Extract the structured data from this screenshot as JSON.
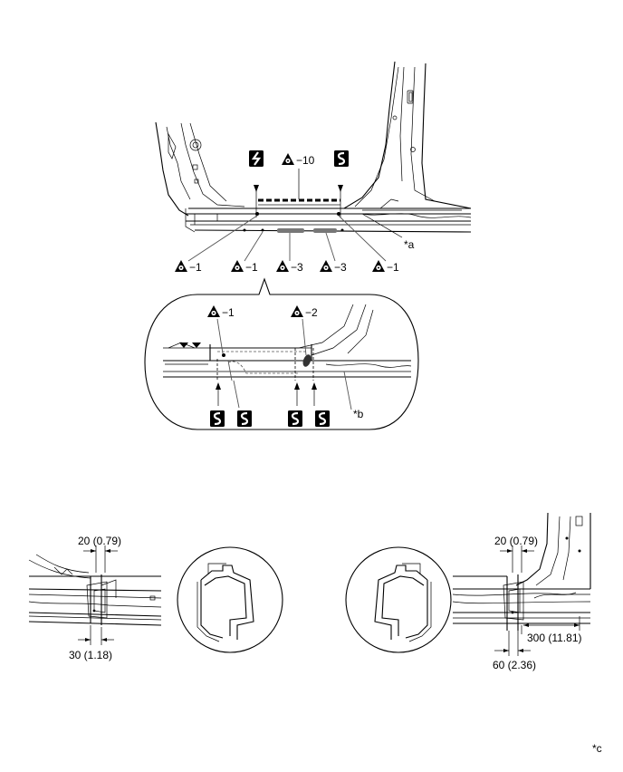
{
  "callouts": {
    "a": "*a",
    "b": "*b",
    "c": "*c"
  },
  "weld_counts": {
    "top": "−10",
    "row": [
      "−1",
      "−1",
      "−3",
      "−3",
      "−1"
    ],
    "detail_left": "−1",
    "detail_right": "−2"
  },
  "dimensions": {
    "left_top": "20 (0.79)",
    "left_bottom": "30 (1.18)",
    "right_top": "20 (0.79)",
    "right_long": "300 (11.81)",
    "right_bottom": "60 (2.36)"
  },
  "icons": {
    "spot_weld": "spot-weld-triangle-icon",
    "cut_straight": "cut-mark-straight-icon",
    "cut_wavy": "cut-mark-wavy-icon",
    "cut_lightning": "cut-mark-lightning-icon"
  }
}
